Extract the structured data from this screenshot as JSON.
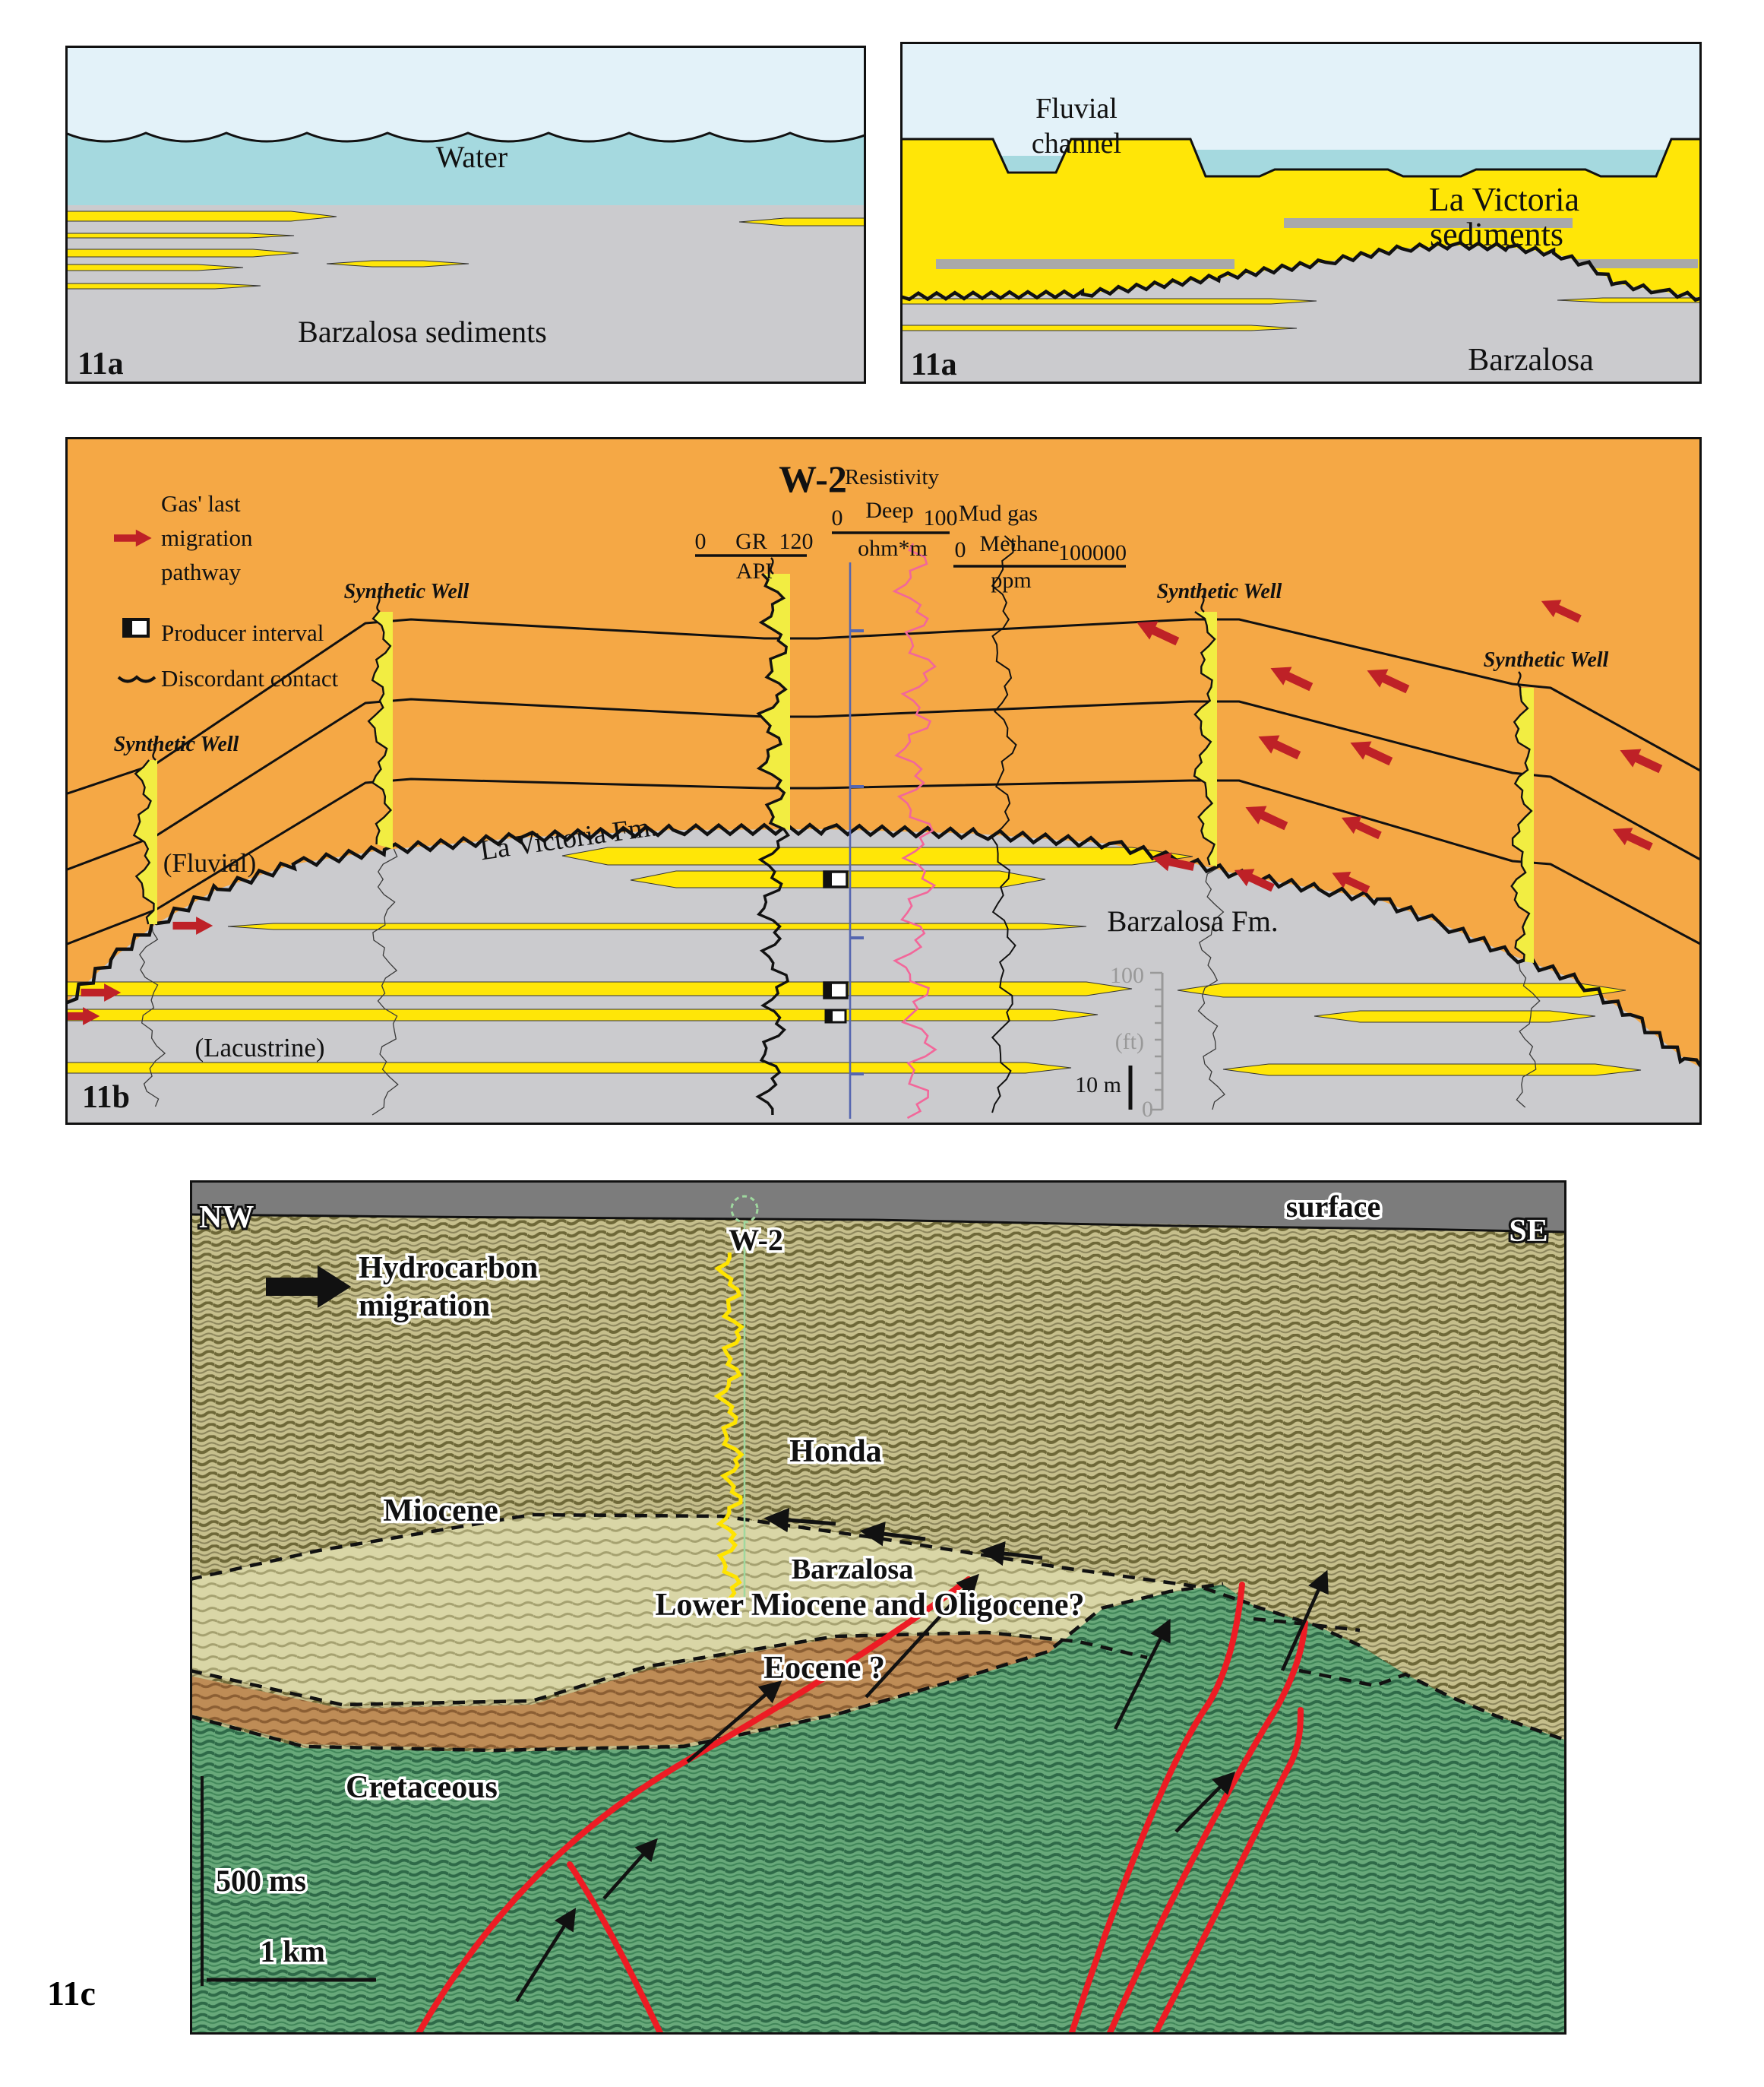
{
  "colors": {
    "orange": "#F5A845",
    "bed_yellow": "#FFE607",
    "log_yellow": "#F2ED42",
    "gray": "#CBCBCE",
    "sky": "#E3F2F9",
    "water": "#A5D9DF",
    "gray_bar": "#A9A9A9",
    "fault_red": "#ED1C24",
    "arrow_red": "#BE2127",
    "pink": "#F2679A",
    "blue": "#5566B0",
    "seismic_tan": "#C6BF8C",
    "seismic_green": "#68A97A",
    "seismic_pale": "#D9D6A6",
    "seismic_brown": "#BE8C56",
    "band_gray": "#7C7C7C",
    "well_green": "#9FD89F"
  },
  "panel_a_left": {
    "tag": "11a",
    "water": "Water",
    "sediments": "Barzalosa sediments"
  },
  "panel_a_right": {
    "tag": "11a",
    "fluvial1": "Fluvial",
    "fluvial2": "channel",
    "victoria1": "La Victoria",
    "victoria2": "sediments",
    "barzalosa": "Barzalosa"
  },
  "panel_b": {
    "tag": "11b",
    "title": "W-2",
    "synthetic": "Synthetic Well",
    "legend": {
      "gas1": "Gas' last",
      "gas2": "migration",
      "gas3": "pathway",
      "producer": "Producer interval",
      "discordant": "Discordant contact"
    },
    "gr": {
      "min": "0",
      "name": "GR",
      "max": "120",
      "unit": "API"
    },
    "res": {
      "name": "Resistivity",
      "min": "0",
      "curve": "Deep",
      "max": "100",
      "unit": "ohm*m"
    },
    "mud": {
      "name": "Mud gas",
      "min": "0",
      "curve": "Methane",
      "max": "100000",
      "unit": "ppm"
    },
    "labels": {
      "fluvial": "(Fluvial)",
      "lacustrine": "(Lacustrine)",
      "lavictoria": "La Victoria Fm.",
      "barzalosa": "Barzalosa Fm."
    },
    "scale": {
      "top": "100",
      "mid": "(ft)",
      "bottom": "0",
      "meters": "10 m"
    }
  },
  "panel_c": {
    "tag": "11c",
    "nw": "NW",
    "se": "SE",
    "surface": "surface",
    "well": "W-2",
    "hydro1": "Hydrocarbon",
    "hydro2": "migration",
    "miocene": "Miocene",
    "honda": "Honda",
    "barzalosa": "Barzalosa",
    "lower": "Lower Miocene and Oligocene?",
    "eocene": "Eocene ?",
    "cretaceous": "Cretaceous",
    "time_scale": "500 ms",
    "dist_scale": "1 km"
  }
}
